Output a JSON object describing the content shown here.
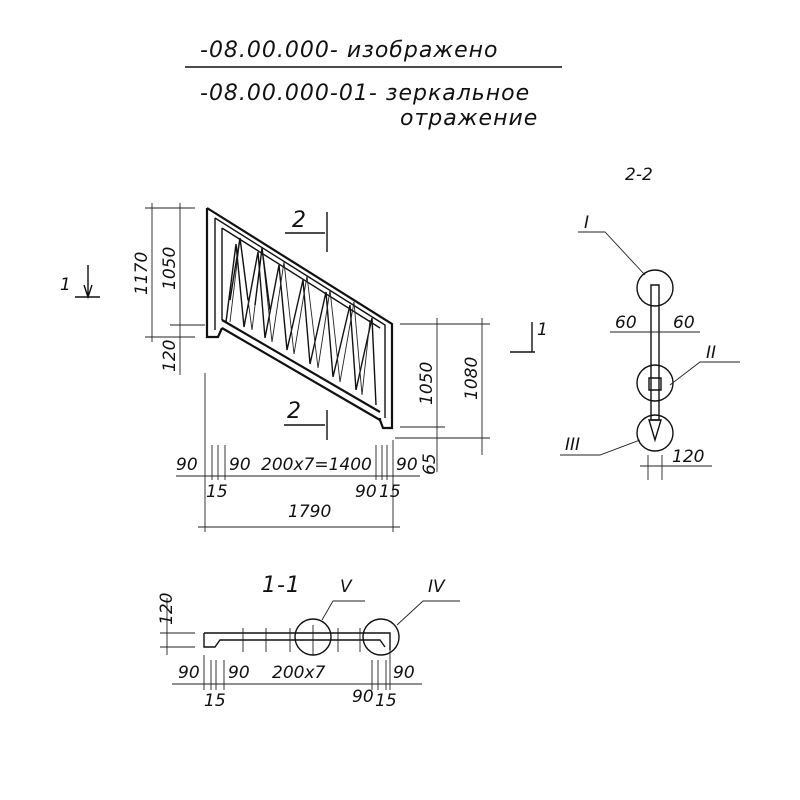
{
  "title": {
    "line1": "-08.00.000- изображено",
    "line2": "-08.00.000-01- зеркальное",
    "line3": "отражение"
  },
  "elevation": {
    "section_marks": {
      "left": "1",
      "right": "1",
      "top": "2",
      "bottom": "2"
    },
    "dims": {
      "total_height_left": "1170",
      "rail_height_left": "1050",
      "base_left": "120",
      "rail_height_right": "1050",
      "total_height_right": "1080",
      "base_right": "65",
      "left_post": "90",
      "left_gap": "90",
      "spacing": "200x7=1400",
      "right_gap": "90",
      "right_post": "90",
      "left_offset": "15",
      "right_offset": "15",
      "overall_length": "1790"
    }
  },
  "section_2_2": {
    "title": "2-2",
    "callouts": [
      "I",
      "II",
      "III"
    ],
    "dims": {
      "left": "60",
      "right": "60",
      "width": "120"
    }
  },
  "section_1_1": {
    "title": "1-1",
    "callouts": [
      "V",
      "IV"
    ],
    "dims": {
      "height": "120",
      "left_post": "90",
      "left_gap": "90",
      "spacing": "200x7",
      "right_post": "90",
      "left_offset": "15",
      "right_gap": "90",
      "right_offset": "15"
    }
  }
}
